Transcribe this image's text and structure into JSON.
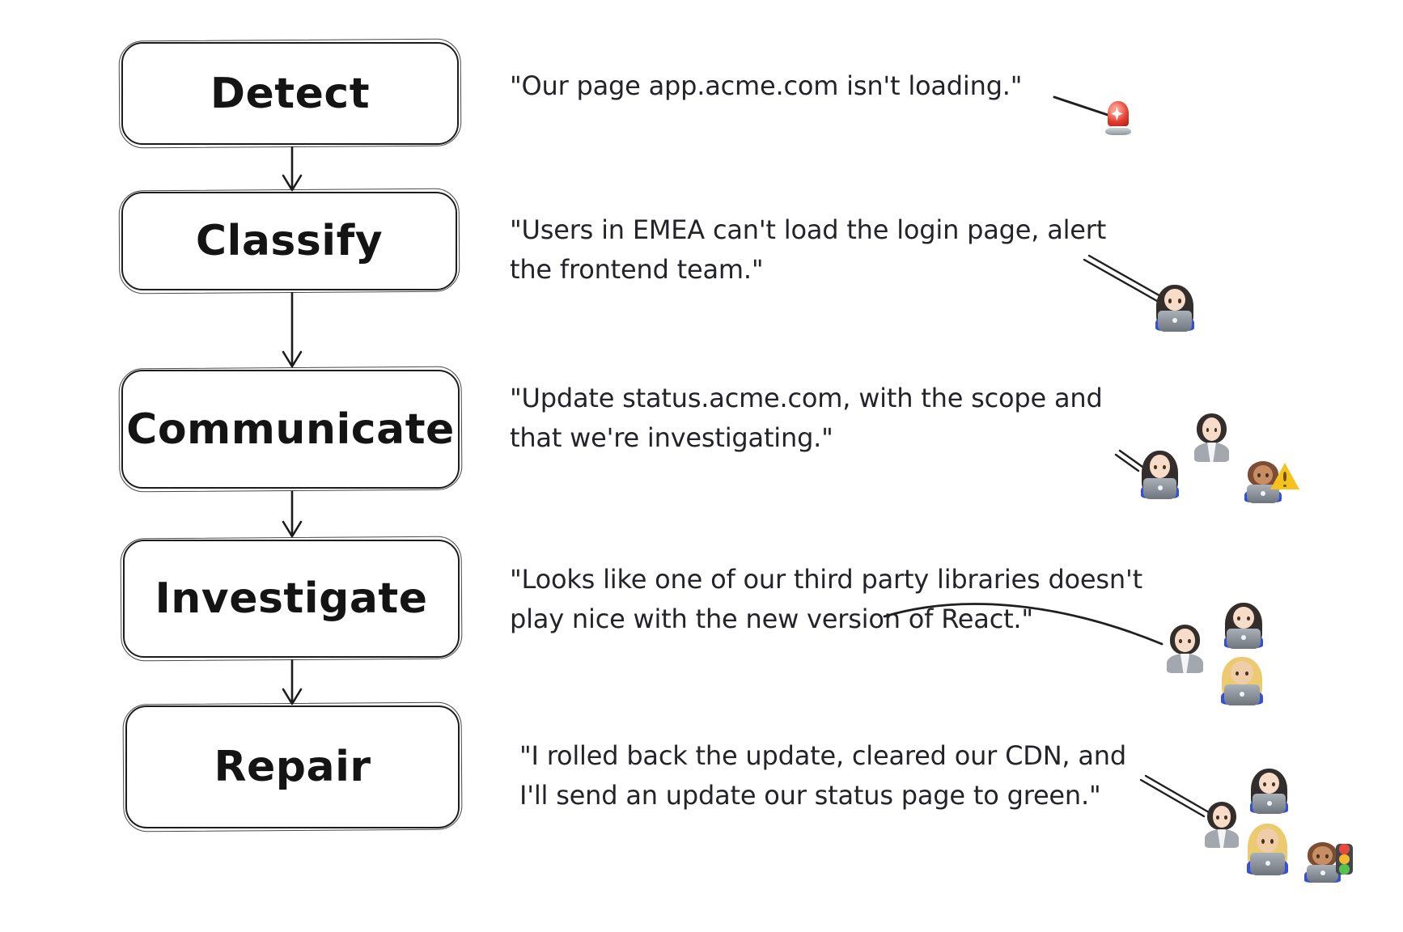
{
  "steps": [
    {
      "label": "Detect",
      "quote_lines": [
        "\"Our page app.acme.com isn't loading.\""
      ],
      "icons": [
        "rotating-siren"
      ]
    },
    {
      "label": "Classify",
      "quote_lines": [
        "\"Users in EMEA can't load the login page, alert",
        "the frontend team.\""
      ],
      "icons": [
        "woman-technologist"
      ]
    },
    {
      "label": "Communicate",
      "quote_lines": [
        "\"Update status.acme.com, with the scope and",
        "that we're investigating.\""
      ],
      "icons": [
        "woman-technologist",
        "office-worker",
        "man-technologist",
        "warning-sign"
      ]
    },
    {
      "label": "Investigate",
      "quote_lines": [
        "\"Looks like one of our third party libraries doesn't",
        "play nice with the new version of React.\""
      ],
      "icons": [
        "office-worker",
        "woman-technologist",
        "blonde-woman-technologist"
      ]
    },
    {
      "label": "Repair",
      "quote_lines": [
        "\"I rolled back the update, cleared our CDN, and",
        "I'll send an update our status page to green.\""
      ],
      "icons": [
        "office-worker",
        "woman-technologist",
        "blonde-woman-technologist",
        "man-technologist",
        "vertical-traffic-light"
      ]
    }
  ],
  "colors": {
    "background": "#ffffff",
    "stroke": "#1c1c1c",
    "quote_text": "#232329",
    "siren_red": "#e23b2e",
    "warning_yellow": "#f6c21f",
    "laptop_gray": "#8d939b",
    "shirt_blue": "#3450d8",
    "suit_gray": "#a3a8ae",
    "traffic_red": "#e8483c",
    "traffic_yellow": "#f6b82e",
    "traffic_green": "#56c14f"
  }
}
